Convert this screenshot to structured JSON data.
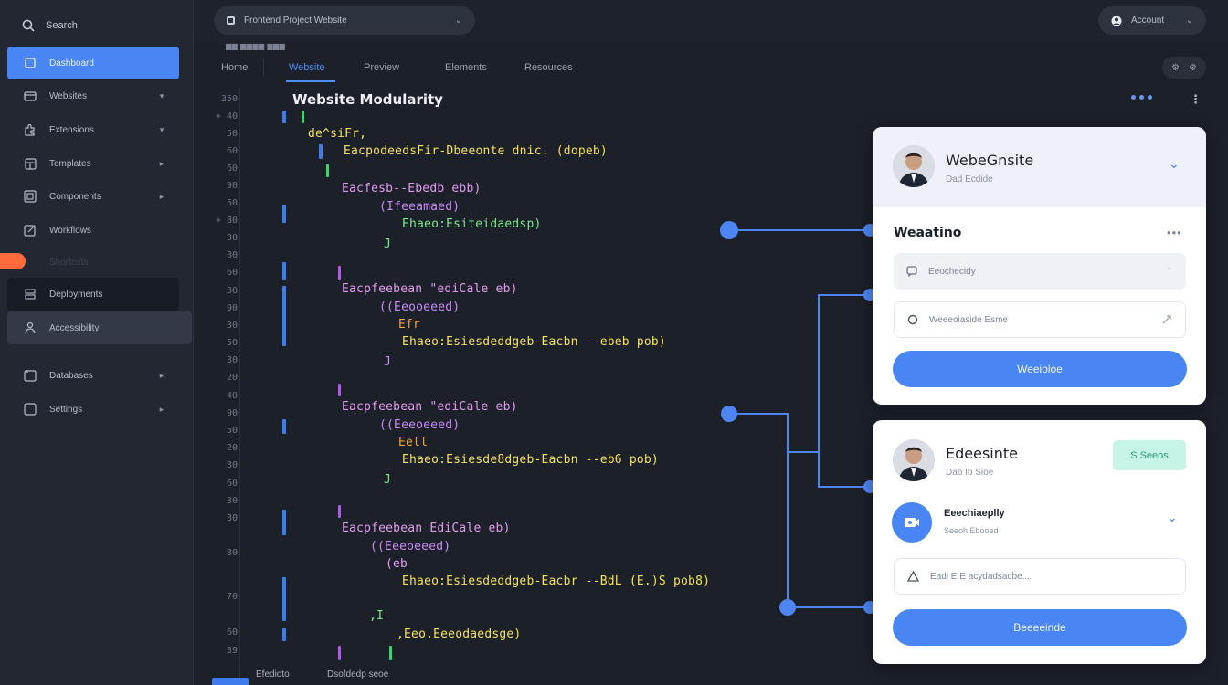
{
  "sidebar": {
    "search_label": "Search",
    "items": [
      {
        "label": "Dashboard",
        "chevron": ""
      },
      {
        "label": "Websites",
        "chevron": "▾"
      },
      {
        "label": "Extensions",
        "chevron": "▾"
      },
      {
        "label": "Templates",
        "chevron": "▸"
      },
      {
        "label": "Components",
        "chevron": "▸"
      },
      {
        "label": "Workflows",
        "chevron": ""
      },
      {
        "label": "Deployments",
        "chevron": ""
      },
      {
        "label": "Accessibility",
        "chevron": ""
      },
      {
        "label": "Databases",
        "chevron": "▸"
      },
      {
        "label": "Settings",
        "chevron": "▸"
      }
    ],
    "faint_label": "Shortcuts"
  },
  "topbar": {
    "project_label": "Frontend Project Website",
    "user_label": "Account",
    "breadcrumb": "▆▆ ▆▆▆▆ ▆▆▆"
  },
  "tabs": {
    "items": [
      "Home",
      "Website",
      "Preview",
      "Elements",
      "Resources"
    ],
    "actions": [
      "⚙",
      "⚙"
    ]
  },
  "editor": {
    "title": "Website Modularity",
    "line_numbers": [
      "350",
      "+ 40",
      "50",
      "60",
      "60",
      "90",
      "50",
      "+ 80",
      "30",
      "80",
      "60",
      "30",
      "90",
      "30",
      "50",
      "30",
      "20",
      "40",
      "90",
      "50",
      "20",
      "30",
      "60",
      "30",
      "30",
      "30",
      "70",
      "60",
      "39"
    ],
    "lines": [
      "de^siFr,",
      "EacpodeedsFir-Dbeeonte dnic. (dopeb)",
      "Eacfesb--Ebedb ebb)",
      "(Ifeeamaed)",
      "Ehaeo:Esiteidaedsp)",
      "J",
      "Eacpfeebean \"ediCale eb)",
      "((Eeooeeed)",
      "Efr",
      "Ehaeo:Esiesdeddgeb-Eacbn --ebeb pob)",
      "J",
      "Eacpfeebean \"ediCale eb)",
      "((Eeeoeeed)",
      "Eell",
      "Ehaeo:Esiesde8dgeb-Eacbn --eb6 pob)",
      "J",
      "Eacpfeebean EdiCale eb)",
      "((Eeeoeeed)",
      "(eb",
      "Ehaeo:Esiesdeddgeb-Eacbr --BdL (E.)S pob8)",
      ",I",
      ",Eeo.Eeeodaedsge)"
    ]
  },
  "card1": {
    "title": "WebeGnsite",
    "subtitle": "Dad Ecdide",
    "section_title": "Weaatino",
    "section_more": "•••",
    "field1": "Eeochecidy",
    "field2": "Weeeoiaside Esme",
    "button": "Weeioloe"
  },
  "card2": {
    "title": "Edeesinte",
    "subtitle": "Dab Ib Sioe",
    "badge": "S Seeos",
    "item_title": "Eeechiaeplly",
    "item_subtitle": "Seeoh Ebooed",
    "field": "Eadi E E acydadsacbe...",
    "button": "Beeeeinde"
  },
  "status": {
    "left": "Efedioto",
    "right": "Dsofdedp seoe"
  },
  "colors": {
    "accent": "#4a86f3",
    "orange": "#ff6a3a",
    "badge_bg": "#c6f4e6",
    "badge_text": "#2f9d7e",
    "background": "#1b2029"
  }
}
